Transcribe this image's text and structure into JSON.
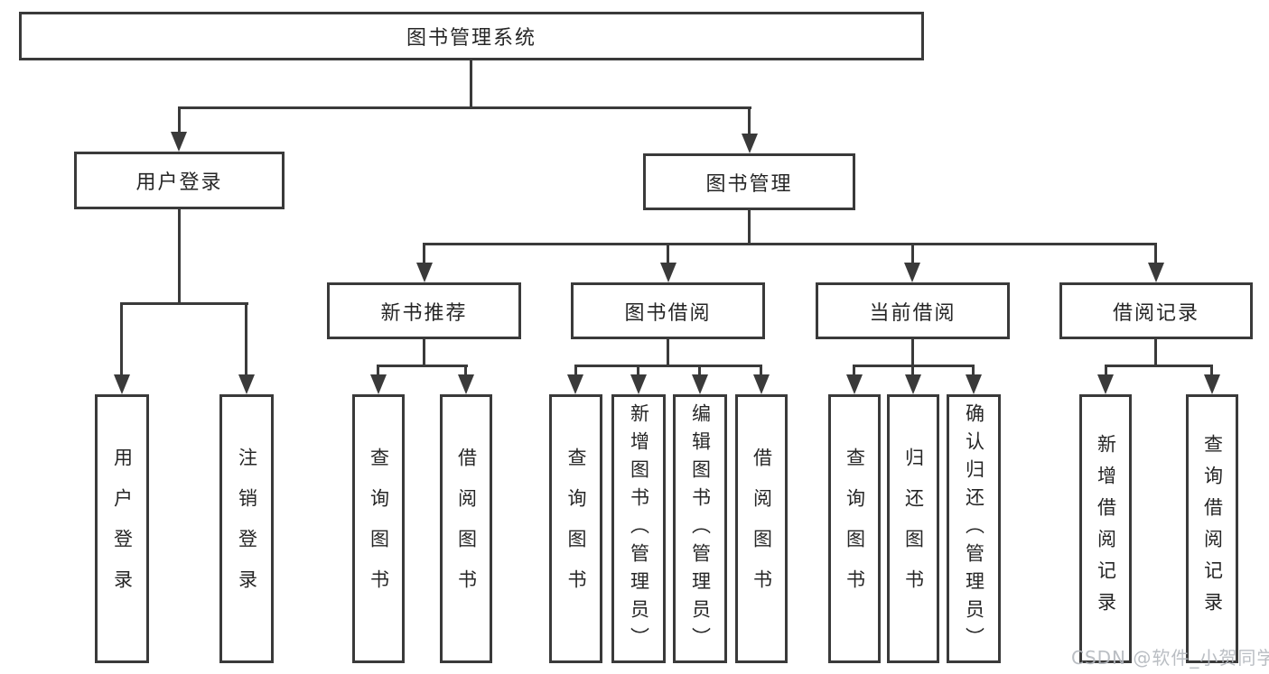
{
  "title": "图书管理系统",
  "level1": {
    "user": "用户登录",
    "book": "图书管理"
  },
  "level2": {
    "recommend": "新书推荐",
    "borrow": "图书借阅",
    "current": "当前借阅",
    "records": "借阅记录"
  },
  "leaves": {
    "user": [
      "用户登录",
      "注销登录"
    ],
    "recommend": [
      "查询图书",
      "借阅图书"
    ],
    "borrow": [
      "查询图书",
      "新增图书（管理员）",
      "编辑图书（管理员）",
      "借阅图书"
    ],
    "current": [
      "查询图书",
      "归还图书",
      "确认归还（管理员）"
    ],
    "records": [
      "新增借阅记录",
      "查询借阅记录"
    ]
  },
  "watermark": "CSDN @软件_小贺同学",
  "colors": {
    "line": "#3a3a3a",
    "text": "#262626",
    "watermark": "#b3b7bd",
    "background": "#ffffff"
  }
}
